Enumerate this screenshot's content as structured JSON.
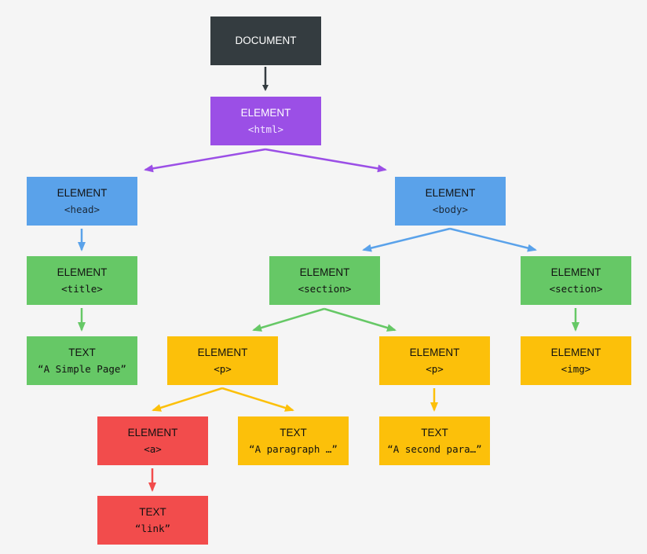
{
  "colors": {
    "document": "#343c40",
    "html": "#9b4fe6",
    "blue": "#5aa2ea",
    "green": "#66c866",
    "yellow": "#fcc00a",
    "red": "#f24c4c"
  },
  "nodes": {
    "document": {
      "title": "DOCUMENT"
    },
    "html": {
      "title": "ELEMENT",
      "tag": "<html>"
    },
    "head": {
      "title": "ELEMENT",
      "tag": "<head>"
    },
    "body": {
      "title": "ELEMENT",
      "tag": "<body>"
    },
    "title_el": {
      "title": "ELEMENT",
      "tag": "<title>"
    },
    "section1": {
      "title": "ELEMENT",
      "tag": "<section>"
    },
    "section2": {
      "title": "ELEMENT",
      "tag": "<section>"
    },
    "text_title": {
      "title": "TEXT",
      "tag": "“A Simple Page”"
    },
    "p1": {
      "title": "ELEMENT",
      "tag": "<p>"
    },
    "p2": {
      "title": "ELEMENT",
      "tag": "<p>"
    },
    "img": {
      "title": "ELEMENT",
      "tag": "<img>"
    },
    "a": {
      "title": "ELEMENT",
      "tag": "<a>"
    },
    "text_p1": {
      "title": "TEXT",
      "tag": "“A paragraph …”"
    },
    "text_p2": {
      "title": "TEXT",
      "tag": "“A second para…”"
    },
    "text_link": {
      "title": "TEXT",
      "tag": "“link”"
    }
  }
}
